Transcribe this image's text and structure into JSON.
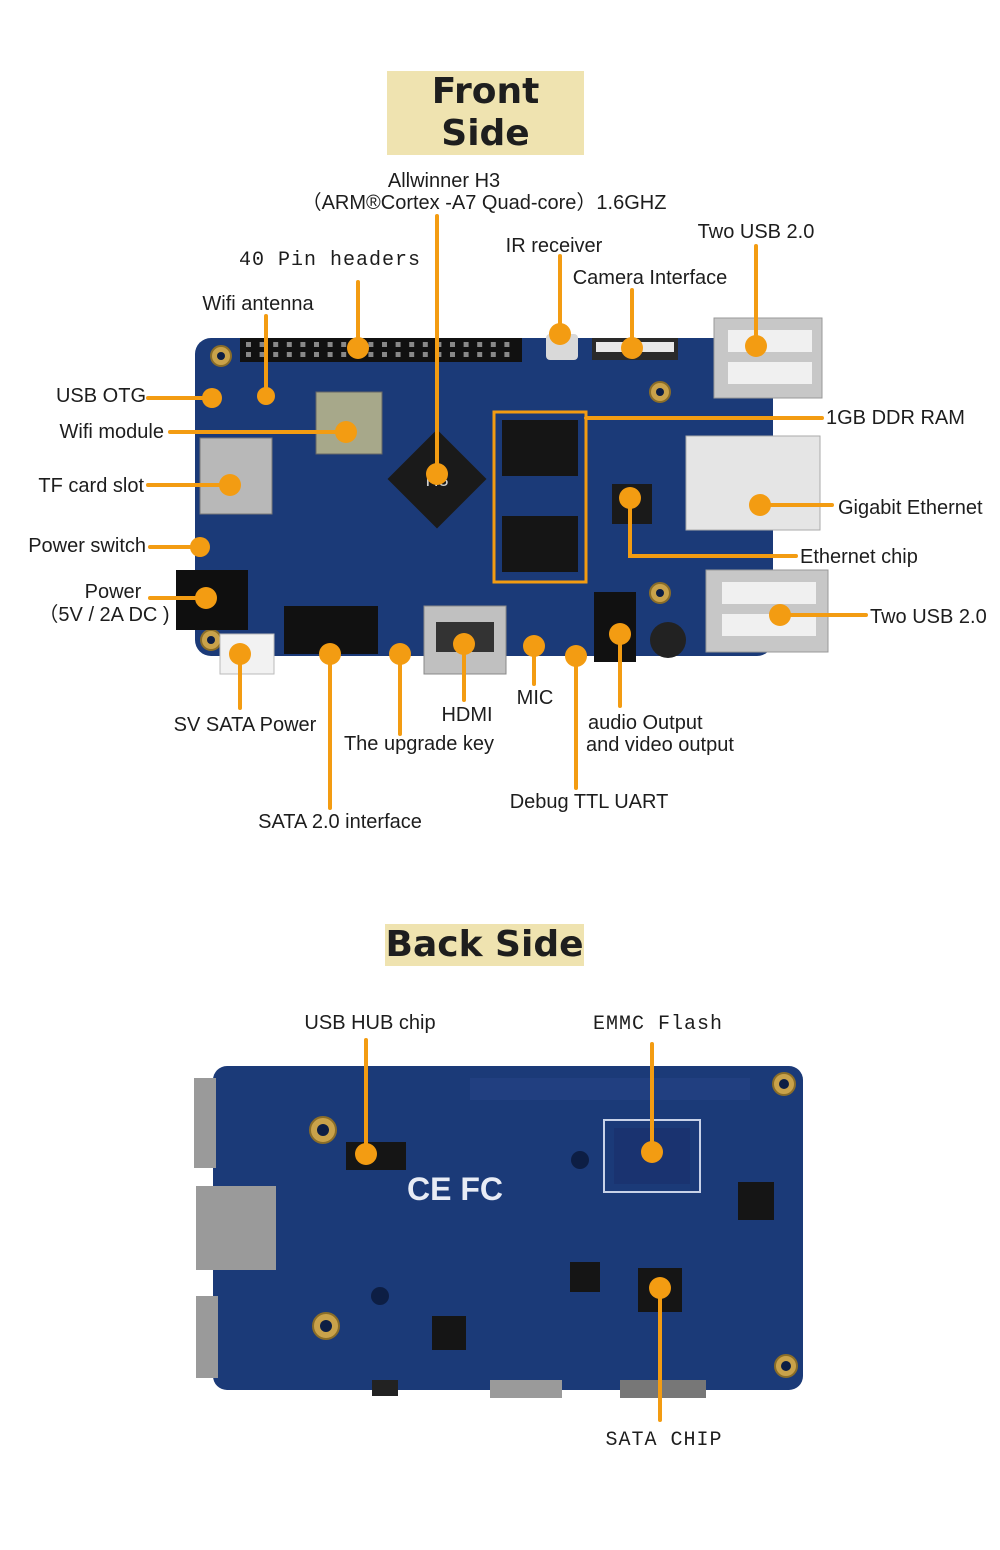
{
  "colors": {
    "leader": "#f39c12",
    "board": "#1b3a78",
    "board_dark": "#142a5a",
    "title_bg": "#efe3b0"
  },
  "front": {
    "title": "Front Side",
    "labels": {
      "soc_line1": "Allwinner H3",
      "soc_line2": "（ARM®Cortex  -A7 Quad-core）1.6GHZ",
      "pin_headers": "40 Pin headers",
      "ir_receiver": "IR receiver",
      "two_usb_top": "Two USB 2.0",
      "camera": "Camera Interface",
      "wifi_antenna": "Wifi antenna",
      "usb_otg": "USB OTG",
      "wifi_module": "Wifi module",
      "ddr_ram": "1GB DDR RAM",
      "tf_card": "TF card slot",
      "gigabit": "Gigabit Ethernet",
      "power_switch": "Power switch",
      "ethernet_chip": "Ethernet chip",
      "power_line1": "Power",
      "power_line2": "（5V / 2A DC )",
      "two_usb_bottom": "Two USB 2.0",
      "sata_power": "SV SATA Power",
      "hdmi": "HDMI",
      "mic": "MIC",
      "audio_line1": "audio Output",
      "audio_line2": "and video output",
      "upgrade_key": "The upgrade key",
      "debug_uart": "Debug TTL UART",
      "sata_interface": "SATA 2.0 interface"
    },
    "chip_text": "H3"
  },
  "back": {
    "title": "Back Side",
    "labels": {
      "usb_hub": "USB HUB chip",
      "emmc": "EMMC Flash",
      "sata_chip": "SATA CHIP"
    },
    "marks": "CE FC"
  }
}
